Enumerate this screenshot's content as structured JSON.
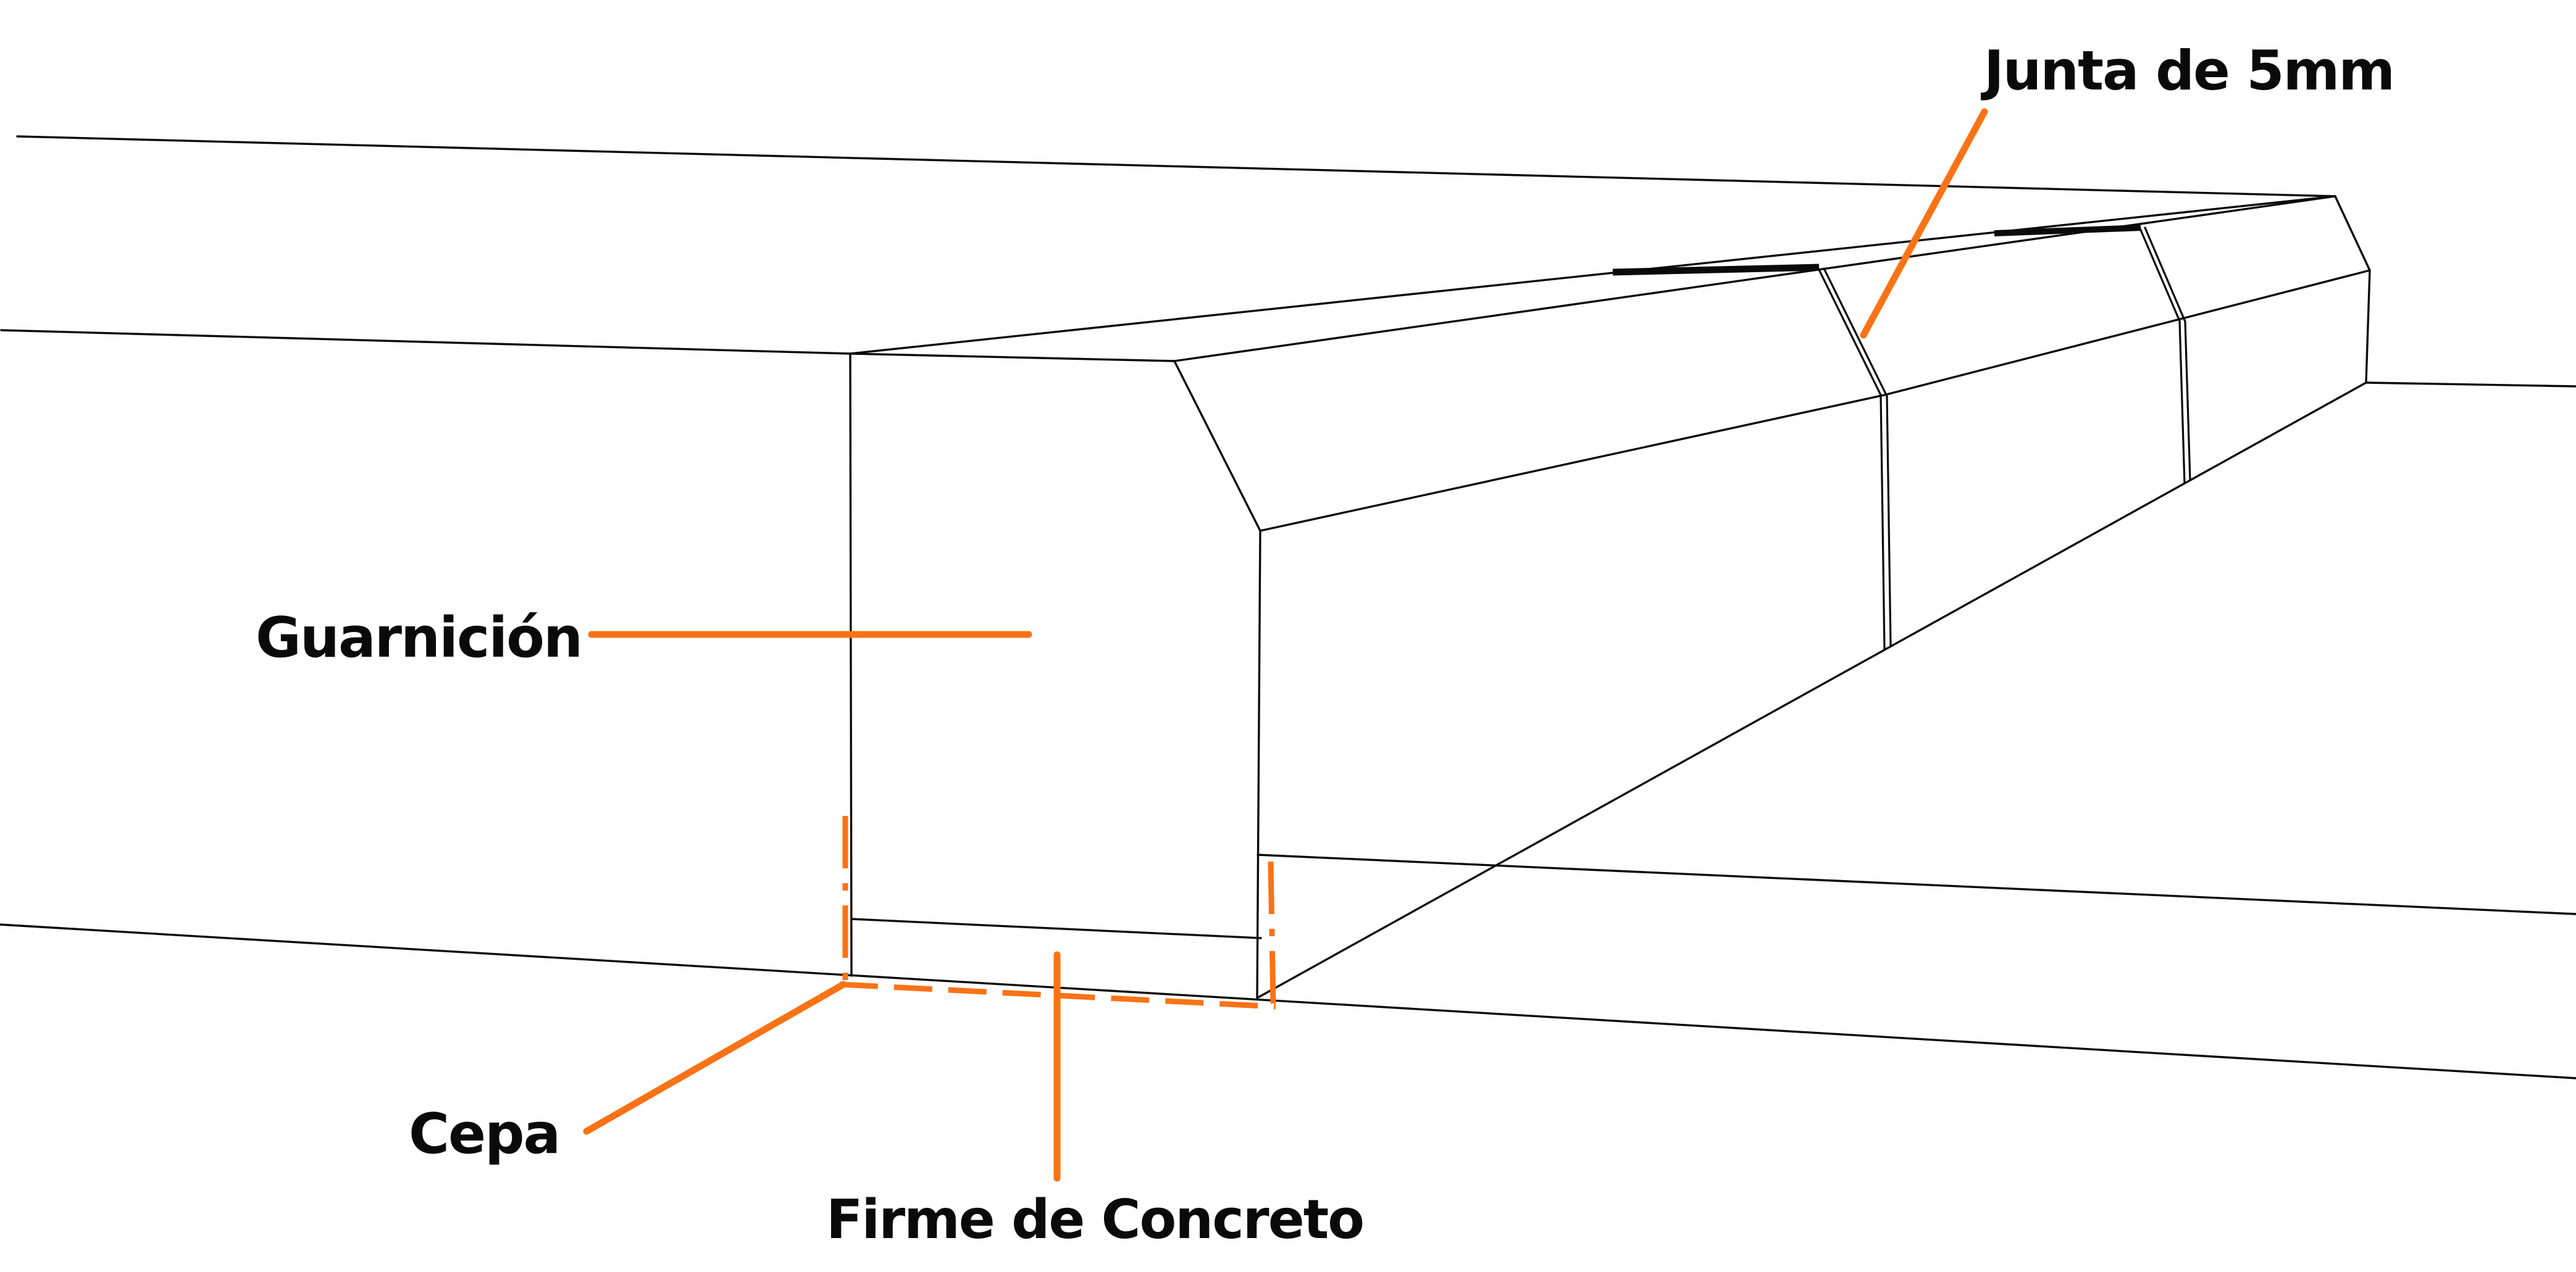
{
  "colors": {
    "accent": "#F97316",
    "ink": "#0a0a0a",
    "background": "#ffffff"
  },
  "labels": {
    "junta": "Junta de 5mm",
    "guarnicion": "Guarnición",
    "cepa": "Cepa",
    "firme": "Firme de Concreto"
  },
  "diagram": {
    "type": "construction-detail",
    "subject": "concrete curb (guarnición) perspective detail",
    "callouts": [
      {
        "label": "Junta de 5mm",
        "points_to": "expansion joint between curb segments"
      },
      {
        "label": "Guarnición",
        "points_to": "curb front face"
      },
      {
        "label": "Cepa",
        "points_to": "excavation trench outline (dashed)"
      },
      {
        "label": "Firme de Concreto",
        "points_to": "concrete base slab under curb"
      }
    ]
  }
}
